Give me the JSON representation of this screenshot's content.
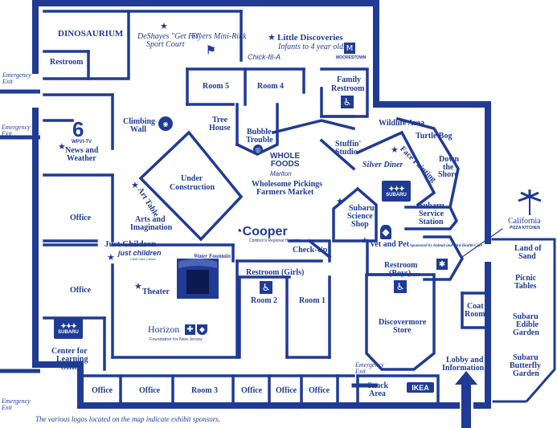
{
  "colors": {
    "wall": "#1f3b94",
    "background": "#ffffff",
    "accent": "#1f3b94"
  },
  "rooms": {
    "dinosaurium": "DINOSAURIUM",
    "restroom_top_left": "Restroom",
    "deshayes": "DeShayes \"Get Fit\"",
    "sport_court": "Sport Court",
    "flyers_mini_rink": "Flyers Mini-Rink",
    "little_discoveries": "Little Discoveries",
    "infants": "Infants to 4 year olds",
    "room5": "Room 5",
    "room4": "Room 4",
    "family_restroom_1": "Family",
    "family_restroom_2": "Restroom",
    "climbing_wall_1": "Climbing",
    "climbing_wall_2": "Wall",
    "tree_house_1": "Tree",
    "tree_house_2": "House",
    "bubble_trouble_1": "Bubble",
    "bubble_trouble_2": "Trouble",
    "news_weather_1": "News and",
    "news_weather_2": "Weather",
    "wildlife_area": "Wildlife Area",
    "turtle_bog": "Turtle Bog",
    "stuffin_studio_1": "Stuffin'",
    "stuffin_studio_2": "Studio",
    "face_painting": "Face Painting",
    "down_shore_1": "Down",
    "down_shore_2": "the",
    "down_shore_3": "Shore",
    "under_construction_1": "Under",
    "under_construction_2": "Construction",
    "wholesome_pickings_1": "Wholesome Pickings",
    "wholesome_pickings_2": "Farmers Market",
    "art_table": "Art Table",
    "office_1": "Office",
    "arts_imagination_1": "Arts and",
    "arts_imagination_2": "Imagination",
    "subaru_science_1": "Subaru",
    "subaru_science_2": "Science",
    "subaru_science_3": "Shop",
    "subaru_service_1": "Subaru",
    "subaru_service_2": "Service",
    "subaru_service_3": "Station",
    "vet_pet": "Vet and Pet",
    "vet_sponsor": "Sponsored by Animal and Bird Health Care",
    "just_children": "Just Children",
    "water_fountain": "Water Fountain",
    "check_up": "Check-Up",
    "restroom_girls": "Restroom (Girls)",
    "restroom_boys_1": "Restroom",
    "restroom_boys_2": "(Boys)",
    "office_2": "Office",
    "theater": "Theater",
    "room2": "Room 2",
    "room1": "Room 1",
    "discovermore_1": "Discovermore",
    "discovermore_2": "Store",
    "coat_room_1": "Coat",
    "coat_room_2": "Room",
    "center_learning_1": "Center for",
    "center_learning_2": "Learning",
    "center_learning_3": "Office",
    "lobby_1": "Lobby and",
    "lobby_2": "Information",
    "snack_area_1": "Snack",
    "snack_area_2": "Area",
    "office_bottom_1": "Office",
    "office_bottom_2": "Office",
    "room3": "Room 3",
    "office_bottom_3": "Office",
    "office_bottom_4": "Office",
    "office_bottom_5": "Office",
    "land_of_sand_1": "Land of",
    "land_of_sand_2": "Sand",
    "picnic_tables_1": "Picnic",
    "picnic_tables_2": "Tables",
    "subaru_edible_1": "Subaru",
    "subaru_edible_2": "Edible",
    "subaru_edible_3": "Garden",
    "subaru_butterfly_1": "Subaru",
    "subaru_butterfly_2": "Butterfly",
    "subaru_butterfly_3": "Garden"
  },
  "exits": {
    "exit1_a": "Emergency",
    "exit1_b": "Exit",
    "exit2_a": "Emergency",
    "exit2_b": "Exit",
    "exit3_a": "Emergency",
    "exit3_b": "Exit",
    "exit4_a": "Emergency",
    "exit4_b": "Exit"
  },
  "sponsors": {
    "whole_foods_1": "WHOLE",
    "whole_foods_2": "FOODS",
    "whole_foods_3": "Marlton",
    "cooper": "Cooper",
    "cooper_sub": "Children's Regional Hospital",
    "silver_diner": "Silver Diner",
    "wpvi": "WPVI-TV",
    "wpvi_num": "6",
    "chickfila": "Chick-fil-A",
    "moorestown": "MOORESTOWN",
    "subaru": "SUBARU",
    "subaru_stars": "✦✦✦",
    "horizon_1": "Horizon",
    "horizon_2": "Foundation for New Jersey",
    "just_children_logo": "just children",
    "just_children_sub": "Child Care Center",
    "ikea": "IKEA",
    "cpk_1": "California",
    "cpk_2": "PIZZA KITCHEN"
  },
  "footnote": "The various logos located on the map indicate exhibit sponsors."
}
